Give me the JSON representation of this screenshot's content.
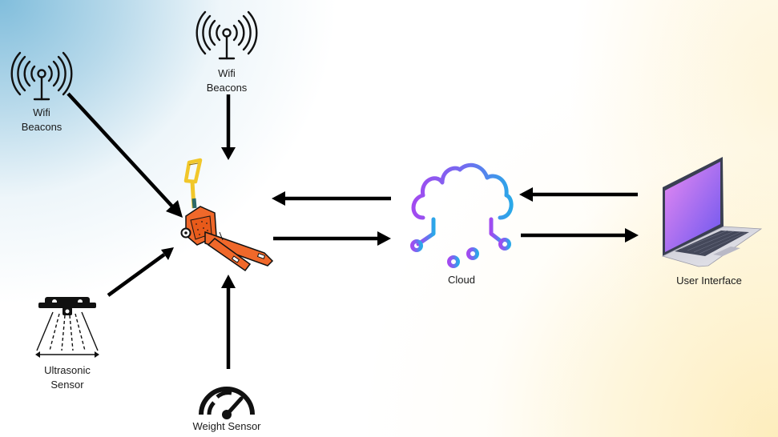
{
  "nodes": {
    "wifi_left": {
      "line1": "Wifi",
      "line2": "Beacons",
      "icon": "wifi-beacon-icon"
    },
    "wifi_top": {
      "line1": "Wifi",
      "line2": "Beacons",
      "icon": "wifi-beacon-icon"
    },
    "ultrasonic": {
      "line1": "Ultrasonic",
      "line2": "Sensor",
      "icon": "ultrasonic-sensor-icon"
    },
    "weight": {
      "label": "Weight Sensor",
      "icon": "gauge-icon"
    },
    "pallet_jack": {
      "icon": "pallet-jack-icon"
    },
    "cloud": {
      "label": "Cloud",
      "icon": "cloud-network-icon"
    },
    "user_interface": {
      "label": "User Interface",
      "icon": "laptop-icon"
    }
  },
  "colors": {
    "arrow": "#000000",
    "cloud_gradient_start": "#9a4bf0",
    "cloud_gradient_end": "#2fa3ea",
    "pallet_orange": "#f0682a",
    "pallet_yellow": "#f1c72a",
    "laptop_screen_start": "#e27cf0",
    "laptop_screen_end": "#6a5cf0"
  }
}
